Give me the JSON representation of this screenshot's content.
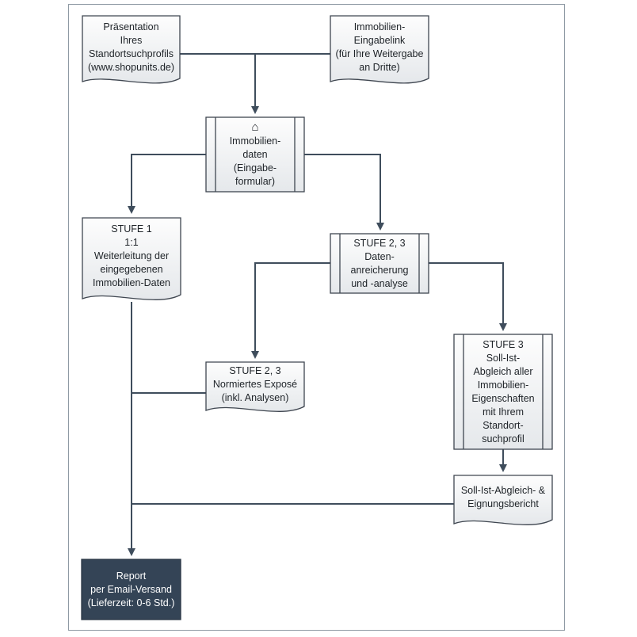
{
  "colors": {
    "border": "#3f4650",
    "line": "#3f4d5c",
    "box_fill_top": "#fdfdfd",
    "box_fill_bottom": "#e5e8eb",
    "dark_fill": "#344456",
    "dark_text": "#ffffff"
  },
  "nodes": {
    "praesentation": {
      "text": "Präsentation\nIhres\nStandortsuchprofils\n(www.shopunits.de)"
    },
    "eingabelink": {
      "text": "Immobilien-\nEingabelink\n(für Ihre Weitergabe\nan Dritte)"
    },
    "immobiliendaten": {
      "icon": "house-icon",
      "icon_glyph": "⌂",
      "text": "Immobilien-\ndaten\n(Eingabe-\nformular)"
    },
    "stufe1": {
      "text": "STUFE 1\n1:1\nWeiterleitung der\neingegebenen\nImmobilien-Daten"
    },
    "stufe23_analyse": {
      "text": "STUFE 2, 3\nDaten-\nanreicherung\nund -analyse"
    },
    "stufe23_expose": {
      "text": "STUFE 2, 3\nNormiertes Exposé\n(inkl. Analysen)"
    },
    "stufe3": {
      "text": "STUFE 3\nSoll-Ist-\nAbgleich aller\nImmobilien-\nEigenschaften\nmit Ihrem\nStandort-\nsuchprofil"
    },
    "bericht": {
      "text": "Soll-Ist-Abgleich- &\nEignungsbericht"
    },
    "report": {
      "text": "Report\nper Email-Versand\n(Lieferzeit: 0-6 Std.)"
    }
  }
}
